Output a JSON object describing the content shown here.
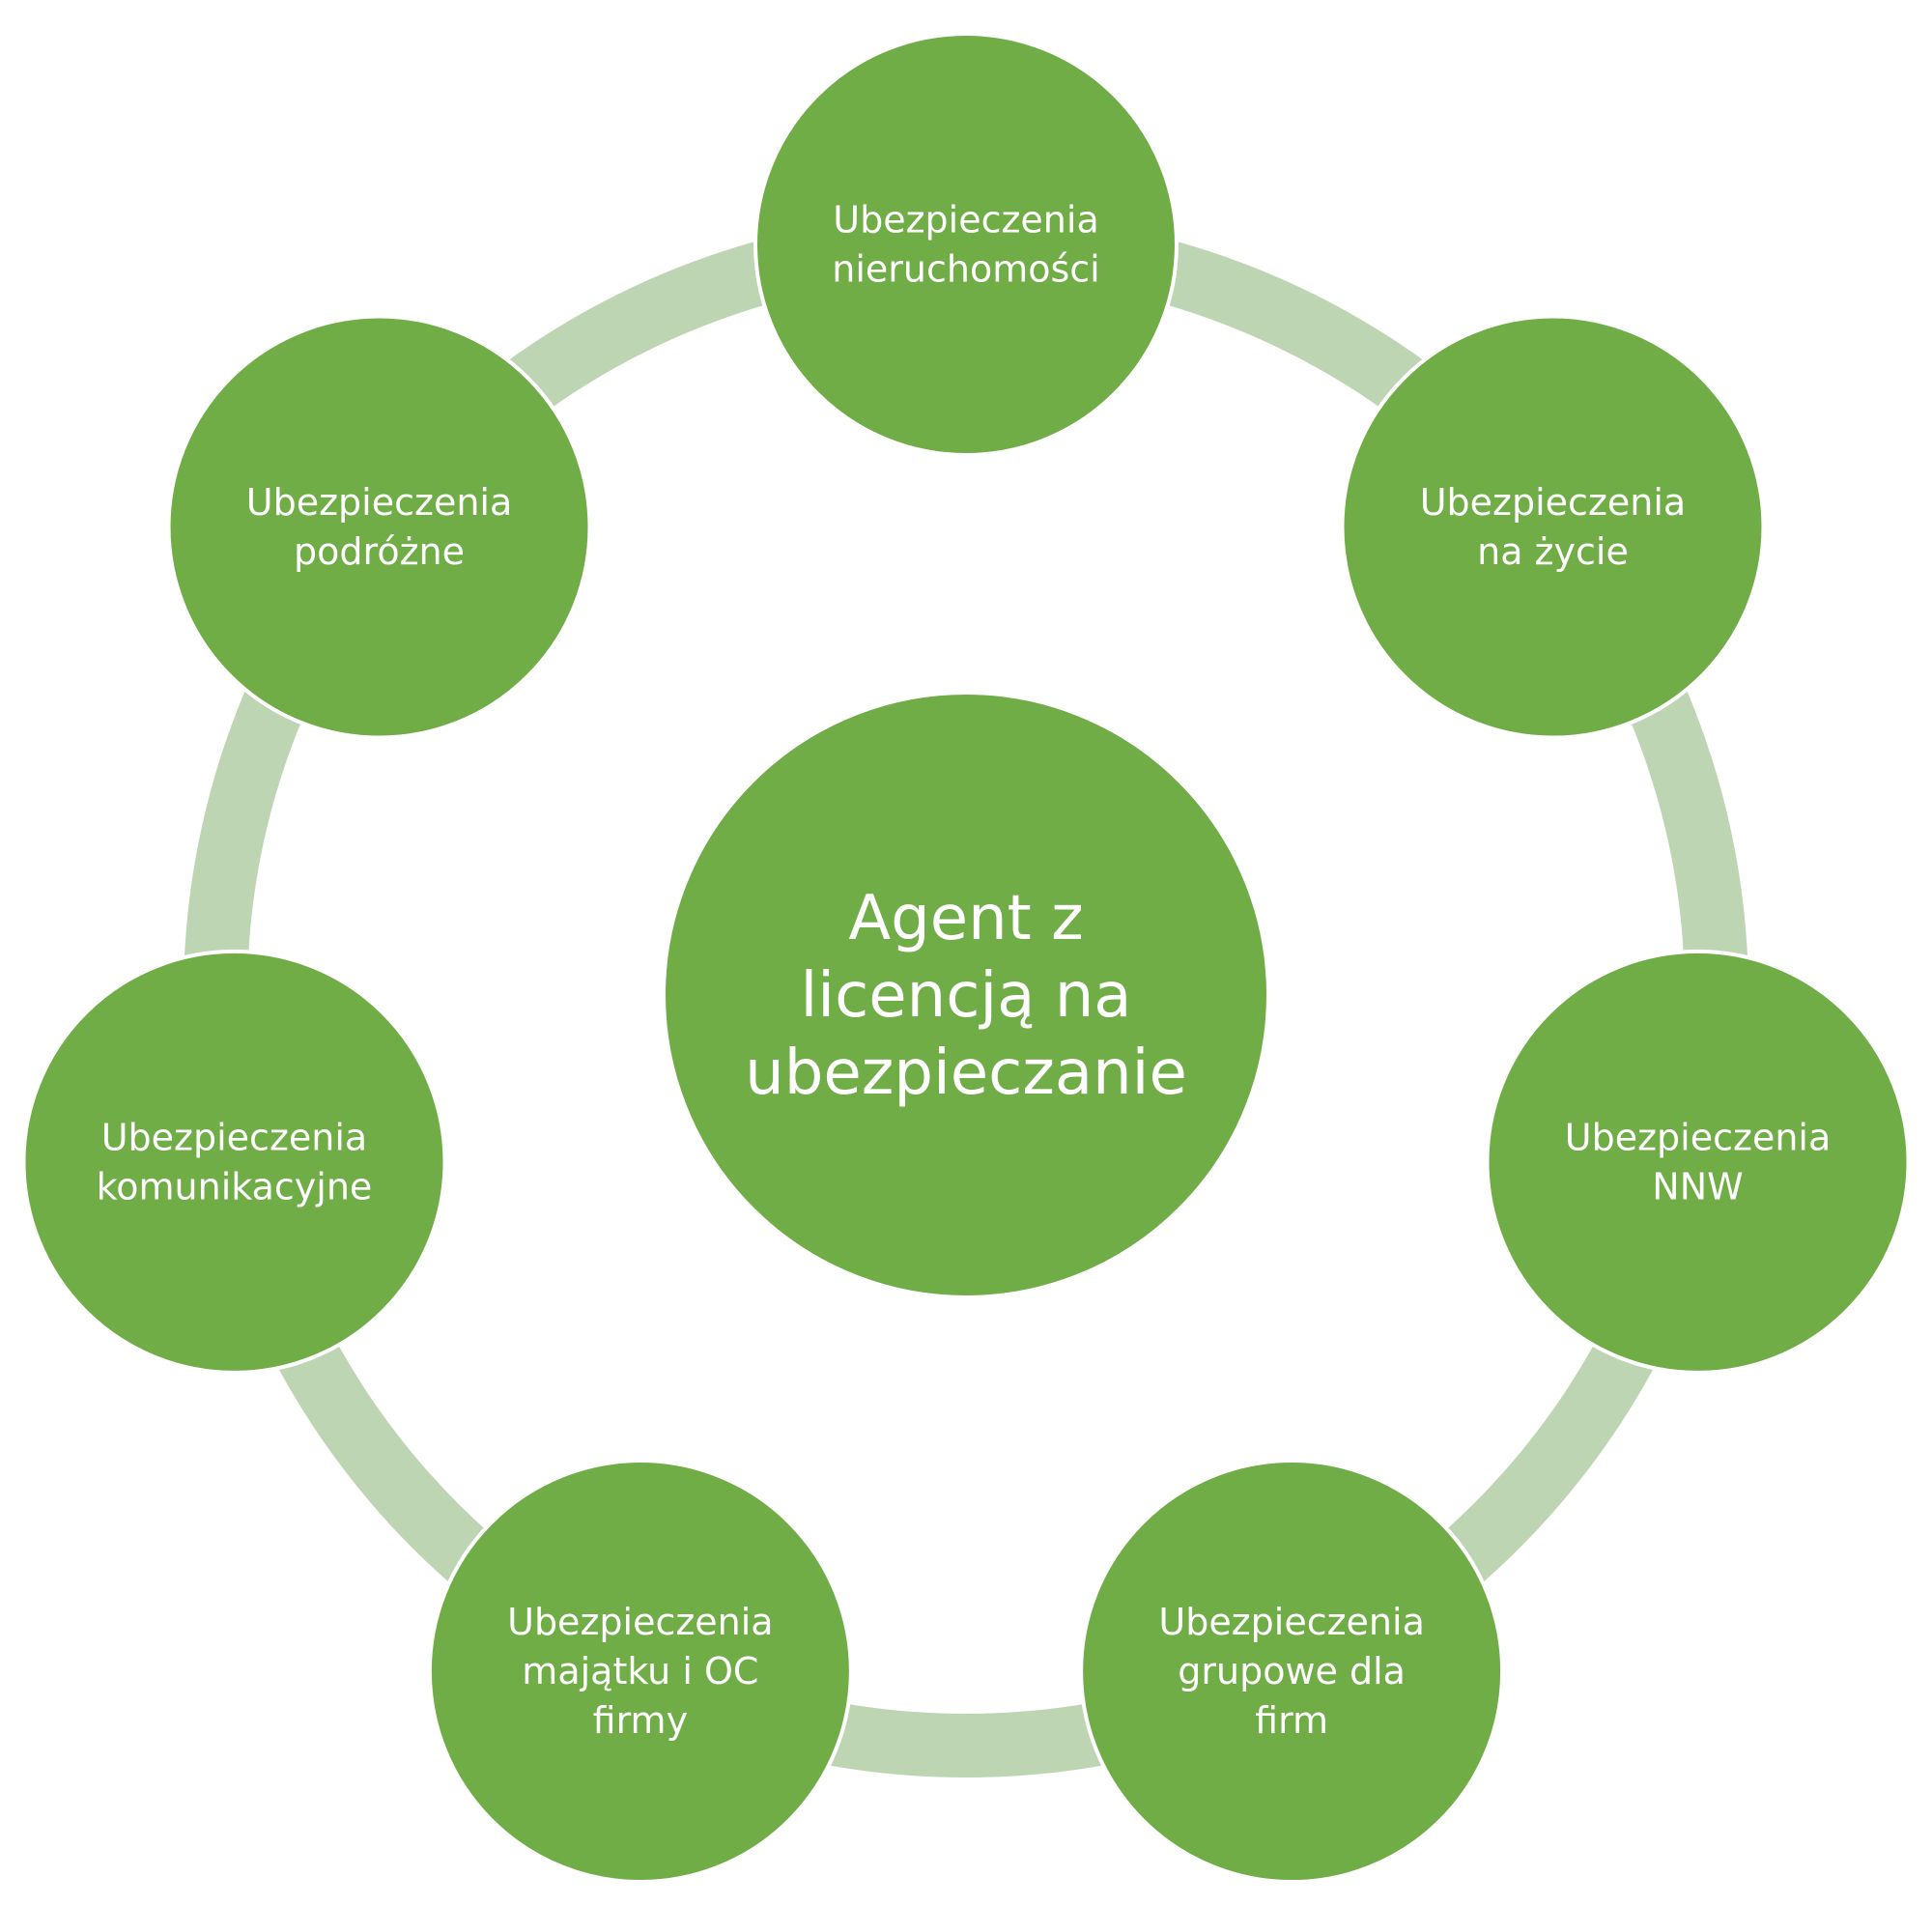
{
  "colors": {
    "node_fill": "#70AD47",
    "ring": "#BDD5B3",
    "label": "#FFFFFF",
    "background": "#FFFFFF"
  },
  "center": {
    "lines": [
      "Agent z",
      "licencją na",
      "ubezpieczanie"
    ]
  },
  "nodes": [
    {
      "id": "nieruchomosci",
      "lines": [
        "Ubezpieczenia",
        "nieruchomości"
      ]
    },
    {
      "id": "na-zycie",
      "lines": [
        "Ubezpieczenia",
        "na życie"
      ]
    },
    {
      "id": "nnw",
      "lines": [
        "Ubezpieczenia",
        "NNW"
      ]
    },
    {
      "id": "grupowe",
      "lines": [
        "Ubezpieczenia",
        "grupowe dla",
        "firm"
      ]
    },
    {
      "id": "majatku",
      "lines": [
        "Ubezpieczenia",
        "majątku i OC",
        "firmy"
      ]
    },
    {
      "id": "komunikacyjne",
      "lines": [
        "Ubezpieczenia",
        "komunikacyjne"
      ]
    },
    {
      "id": "podrozne",
      "lines": [
        "Ubezpieczenia",
        "podróżne"
      ]
    }
  ]
}
